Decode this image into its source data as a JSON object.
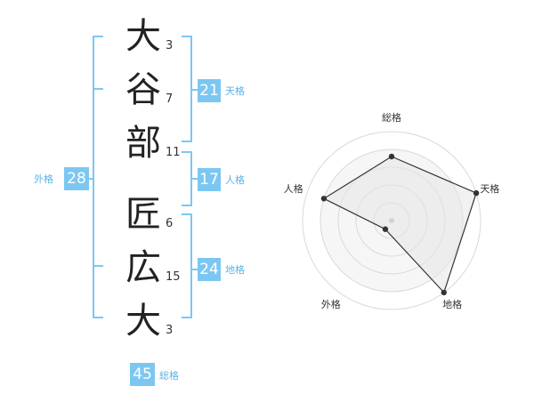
{
  "name_chars": [
    {
      "char": "大",
      "strokes": "3"
    },
    {
      "char": "谷",
      "strokes": "7"
    },
    {
      "char": "部",
      "strokes": "11"
    },
    {
      "char": "匠",
      "strokes": "6"
    },
    {
      "char": "広",
      "strokes": "15"
    },
    {
      "char": "大",
      "strokes": "3"
    }
  ],
  "fortune": {
    "tenkaku": {
      "value": "21",
      "label": "天格"
    },
    "jinkaku": {
      "value": "17",
      "label": "人格"
    },
    "chikaku": {
      "value": "24",
      "label": "地格"
    },
    "gaikaku": {
      "value": "28",
      "label": "外格"
    },
    "soukaku": {
      "value": "45",
      "label": "総格"
    }
  },
  "chart_data": {
    "type": "radar",
    "axes": [
      "総格",
      "天格",
      "地格",
      "外格",
      "人格"
    ],
    "scale_rings": 5,
    "values": [
      3.6,
      5.0,
      5.0,
      0.6,
      4.0
    ],
    "max": 5,
    "colors": {
      "line": "#333333",
      "fill": "#eeeeee",
      "ring": "#d9d9d9",
      "center": "#bbbbbb",
      "accent": "#7cc7f2"
    }
  }
}
